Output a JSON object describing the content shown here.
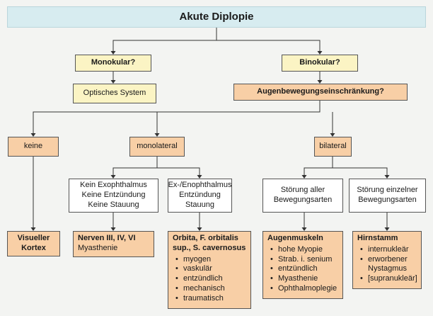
{
  "title": "Akute Diplopie",
  "monokular": "Monokular?",
  "binokular": "Binokular?",
  "optisches_system": "Optisches System",
  "augenbewegung": "Augenbewegungseinschränkung?",
  "keine": "keine",
  "monolateral": "monolateral",
  "bilateral": "bilateral",
  "kein_exo": {
    "lines": [
      "Kein Exophthalmus",
      "Keine Entzündung",
      "Keine Stauung"
    ]
  },
  "ex_enoph": {
    "lines": [
      "Ex-/Enophthalmus",
      "Entzündung",
      "Stauung"
    ]
  },
  "stoerung_aller": {
    "lines": [
      "Störung aller",
      "Bewegungsarten"
    ]
  },
  "stoerung_einzelner": {
    "lines": [
      "Störung einzelner",
      "Bewegungsarten"
    ]
  },
  "visueller_kortex": {
    "lines": [
      "Visueller",
      "Kortex"
    ]
  },
  "nerven": {
    "heading": "Nerven III, IV, VI",
    "sub": "Myasthenie"
  },
  "orbita": {
    "heading_lines": [
      "Orbita, F. orbitalis",
      "sup., S. cavernosus"
    ],
    "items": [
      "myogen",
      "vaskulär",
      "entzündlich",
      "mechanisch",
      "traumatisch"
    ]
  },
  "augenmuskeln": {
    "heading": "Augenmuskeln",
    "items": [
      "hohe Myopie",
      "Strab. i. senium",
      "entzündlich",
      "Myasthenie",
      "Ophthalmoplegie"
    ]
  },
  "hirnstamm": {
    "heading": "Hirnstamm",
    "items": [
      "internukleär",
      "erworbener Nystagmus",
      "[supranukleär]"
    ]
  },
  "colors": {
    "title_bg": "#d7ecf0",
    "yellow": "#fbf4c4",
    "orange": "#f8cfa6",
    "background": "#f3f4f2"
  }
}
